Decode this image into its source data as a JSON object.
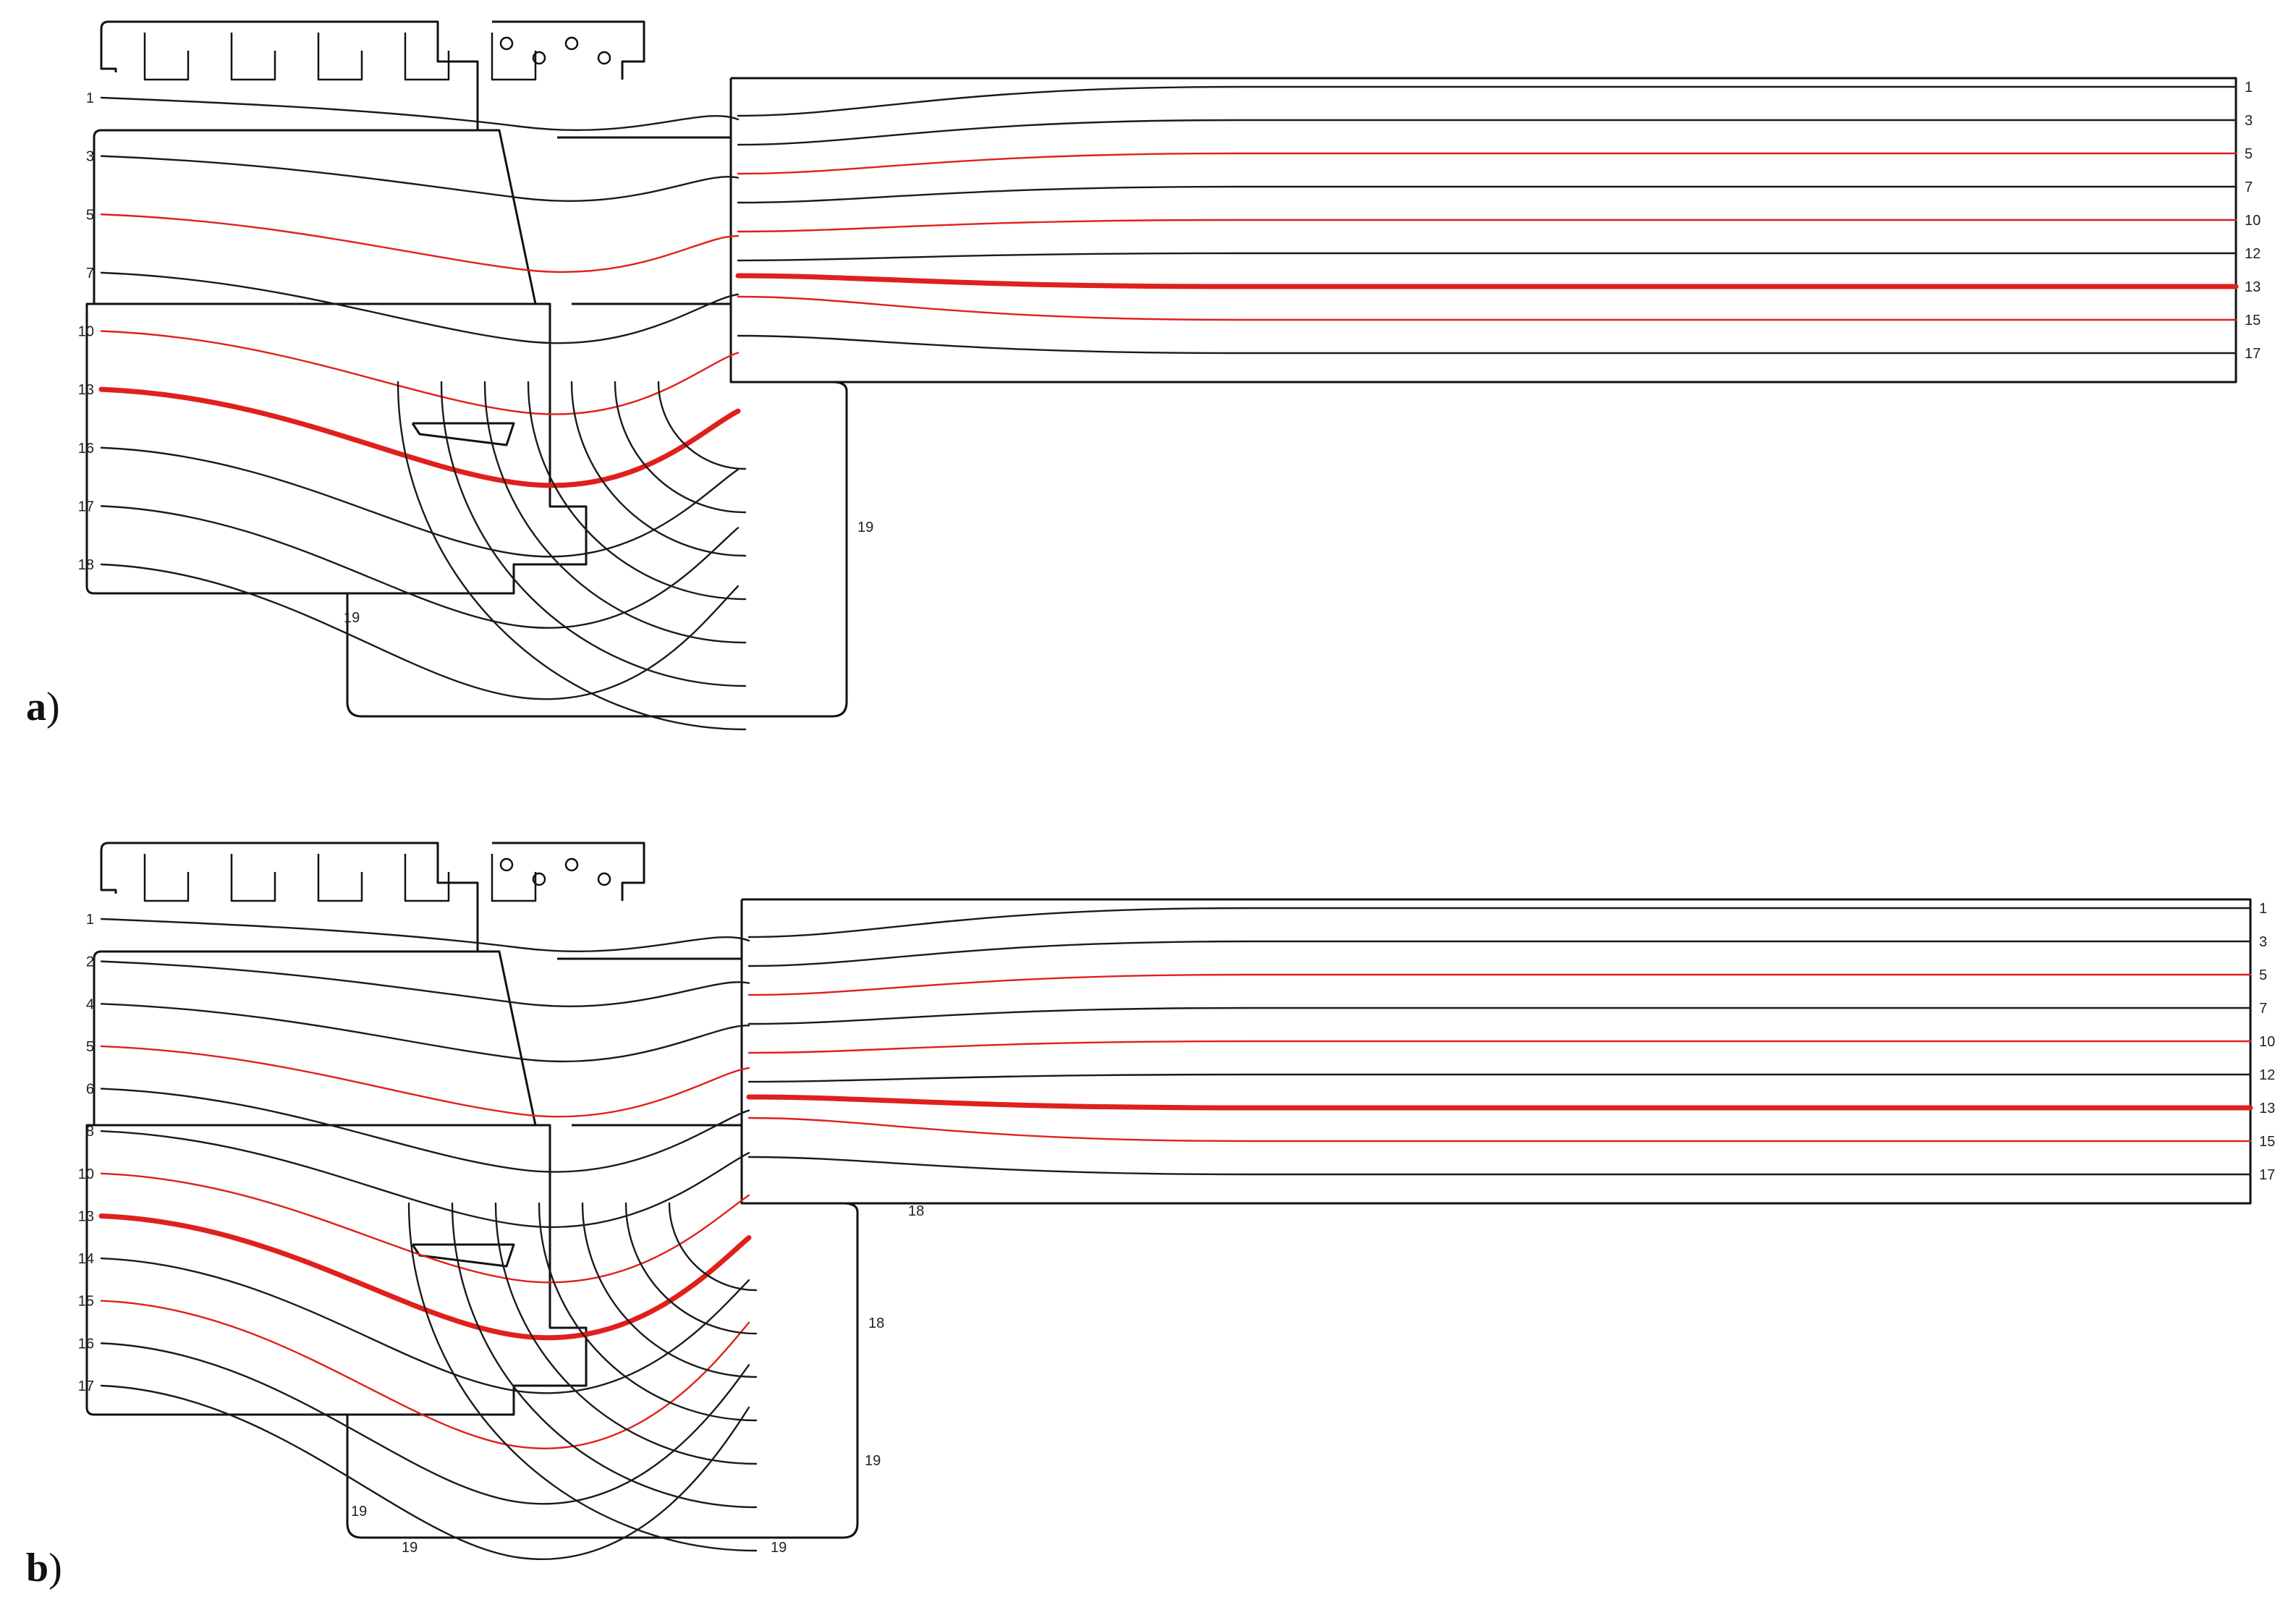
{
  "colors": {
    "isotherm_black": "#1a1a1a",
    "isotherm_red": "#e0201c",
    "outline": "#111111",
    "background": "#ffffff"
  },
  "panels": [
    {
      "id": "a",
      "caption_letter": "a",
      "caption_paren": ")",
      "left_labels": [
        "1",
        "3",
        "5",
        "7",
        "10",
        "13",
        "16",
        "17",
        "18"
      ],
      "right_labels": [
        "1",
        "3",
        "5",
        "7",
        "10",
        "12",
        "13",
        "15",
        "17"
      ],
      "other_labels": [
        "19",
        "19"
      ],
      "red_isotherms": [
        "5",
        "10",
        "13",
        "15"
      ],
      "highlighted_isotherm": "13"
    },
    {
      "id": "b",
      "caption_letter": "b",
      "caption_paren": ")",
      "left_labels": [
        "1",
        "2",
        "4",
        "5",
        "6",
        "8",
        "10",
        "13",
        "14",
        "15",
        "16",
        "17"
      ],
      "right_labels": [
        "1",
        "3",
        "5",
        "7",
        "10",
        "12",
        "13",
        "15",
        "17"
      ],
      "other_labels": [
        "18",
        "18",
        "19",
        "19",
        "19",
        "19"
      ],
      "red_isotherms": [
        "5",
        "10",
        "13",
        "15"
      ],
      "highlighted_isotherm": "13"
    }
  ]
}
